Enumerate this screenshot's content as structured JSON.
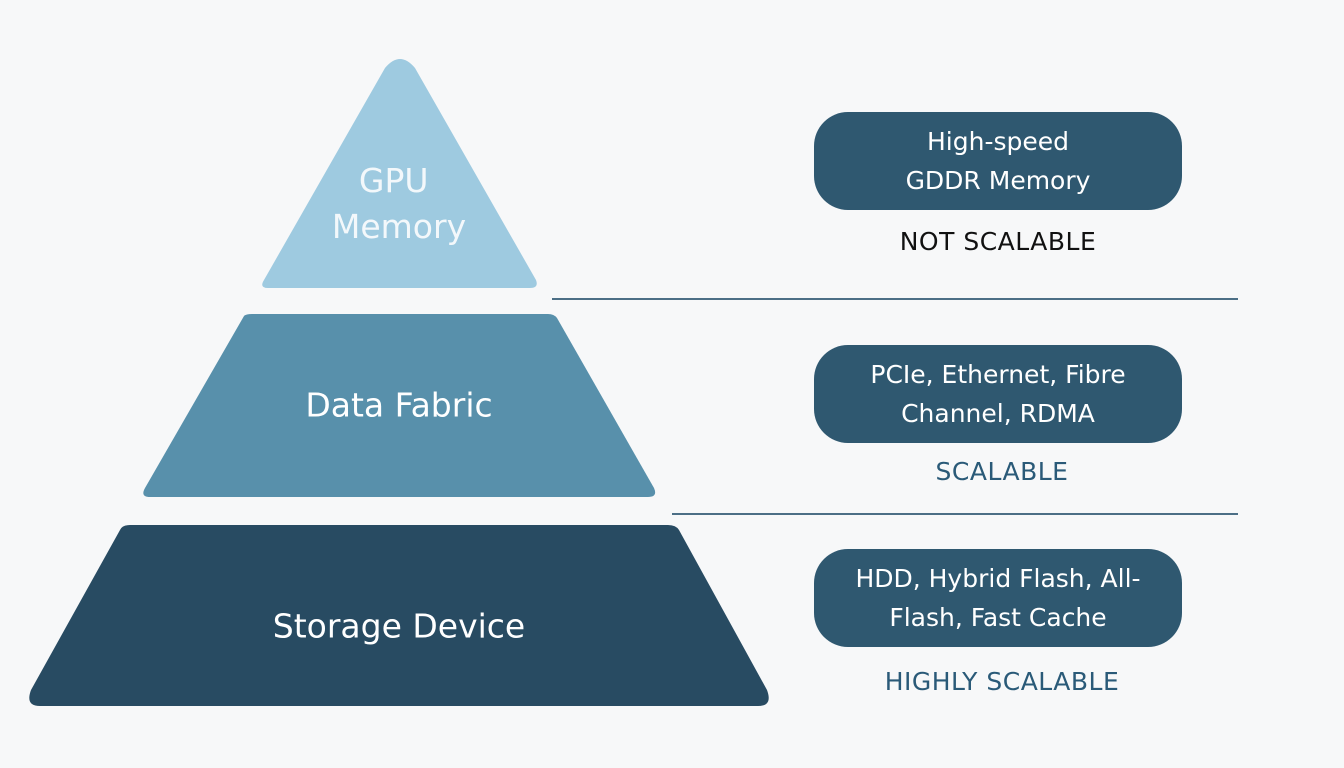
{
  "colors": {
    "background": "#f7f8f9",
    "tier_top": "#9ecae0",
    "tier_middle": "#5890ab",
    "tier_bottom": "#284b62",
    "pill": "#2f5870",
    "divider": "#4c6f86",
    "not_scalable_text": "#111111",
    "scalable_text": "#2a5a78"
  },
  "tiers": [
    {
      "label": "GPU\nMemory",
      "description": "High-speed\nGDDR Memory",
      "scalability": "NOT SCALABLE"
    },
    {
      "label": "Data Fabric",
      "description": "PCIe, Ethernet, Fibre\nChannel, RDMA",
      "scalability": "SCALABLE"
    },
    {
      "label": "Storage Device",
      "description": "HDD, Hybrid Flash, All-\nFlash, Fast Cache",
      "scalability": "HIGHLY SCALABLE"
    }
  ]
}
